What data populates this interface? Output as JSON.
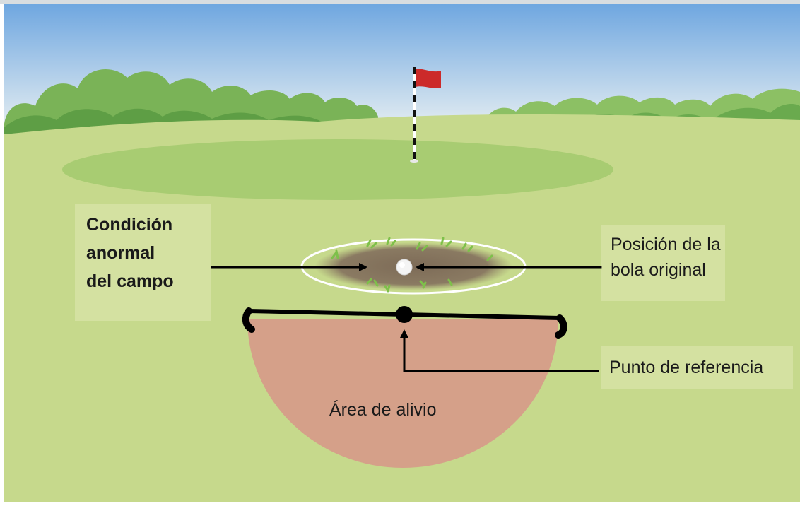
{
  "labels": {
    "condition": [
      "Condición",
      "anormal",
      "del campo"
    ],
    "ball_position": [
      "Posición de la",
      "bola original"
    ],
    "reference_point": "Punto de referencia",
    "relief_area": "Área de alivio"
  },
  "icons": {
    "flag": "flag-icon",
    "ball": "golf-ball-icon",
    "reference_point": "reference-dot-icon"
  },
  "colors": {
    "sky_top": "#7fb2e5",
    "sky_bottom": "#e8f0f4",
    "fairway": "#c7d98a",
    "green": "#a7cc6f",
    "trees_dark": "#6aa84f",
    "trees_light": "#8fc167",
    "relief_area": "#d4a18a",
    "abnormal_condition": "#7a6a55",
    "flag": "#cc2a2a",
    "label_box": "#dfe8b2"
  }
}
